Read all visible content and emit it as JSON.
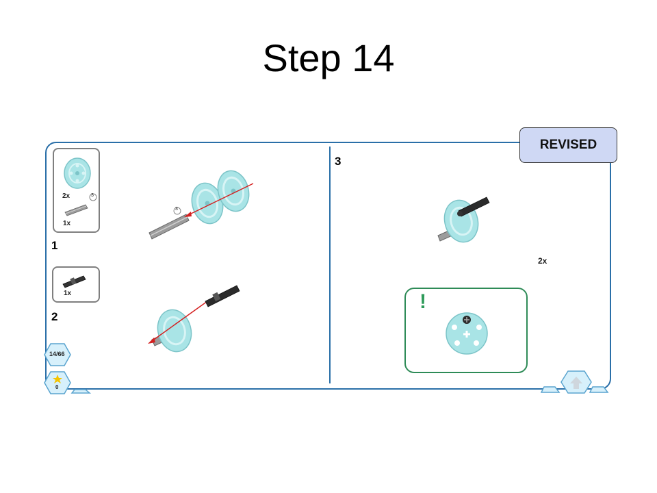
{
  "slide": {
    "title": "Step 14"
  },
  "badge": {
    "label": "REVISED"
  },
  "left_panel": {
    "parts_box_1": {
      "wheel_qty": "2x",
      "axle_qty": "1x",
      "axle_size": "3"
    },
    "parts_box_2": {
      "pin_qty": "1x"
    },
    "step_1": {
      "number": "1",
      "axle_size": "3"
    },
    "step_2": {
      "number": "2"
    }
  },
  "right_panel": {
    "step_3": {
      "number": "3",
      "repeat": "2x"
    },
    "note": {
      "mark": "!"
    }
  },
  "footer": {
    "page_counter": "14/66",
    "star_count": "0"
  },
  "colors": {
    "frame": "#2a6fa8",
    "wheel": "#a9e4e6",
    "arrow": "#d42020",
    "note_border": "#2e8b57",
    "badge_bg": "#cfd8f4"
  }
}
